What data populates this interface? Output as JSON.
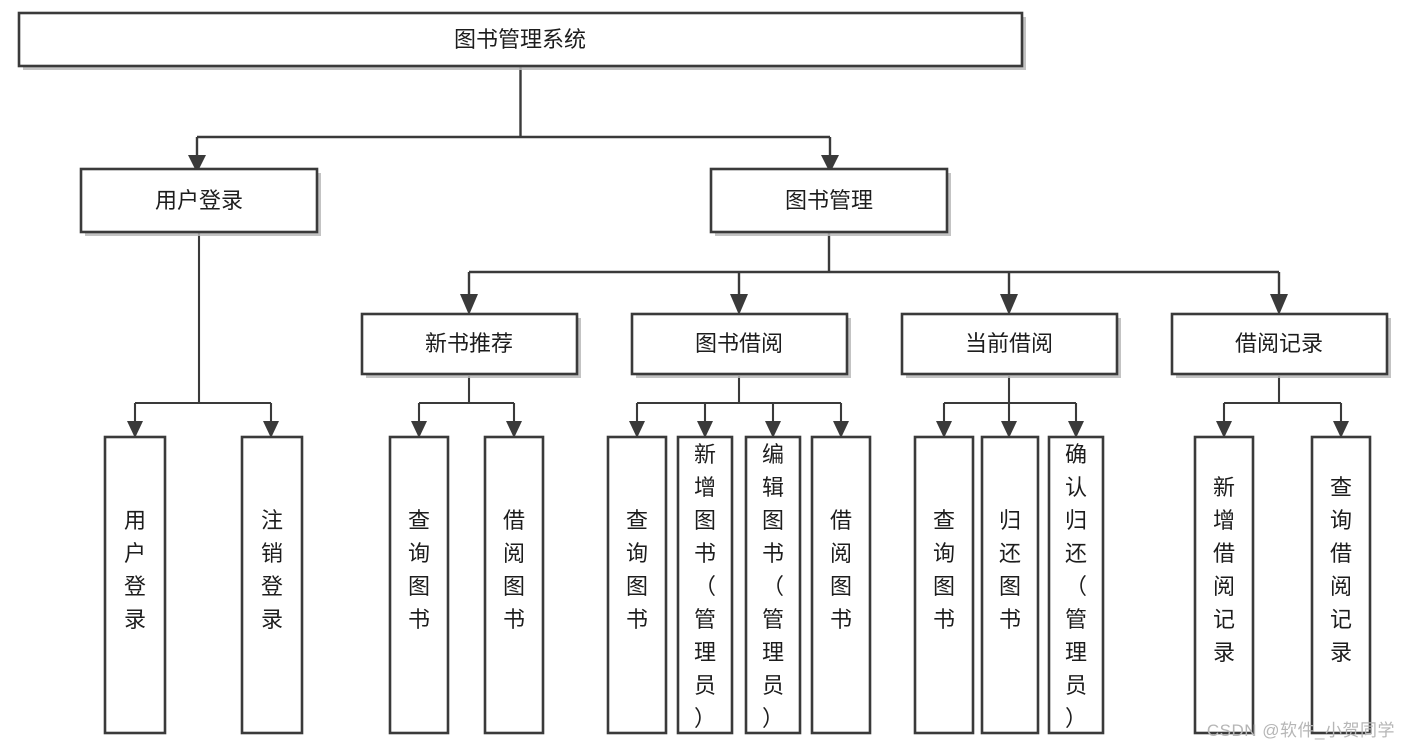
{
  "diagram": {
    "type": "tree",
    "title": "图书管理系统",
    "orientation": "top-down",
    "watermark": "CSDN @软件_小贺同学",
    "colors": {
      "background": "#ffffff",
      "node_fill": "#ffffff",
      "node_stroke": "#3a3a3a",
      "edge": "#3a3a3a",
      "text": "#1d1d1d",
      "watermark": "#b6b6b6"
    },
    "nodes": {
      "root": {
        "label": "图书管理系统",
        "level": 1,
        "orient": "horizontal"
      },
      "n_user_login": {
        "label": "用户登录",
        "level": 2,
        "orient": "horizontal"
      },
      "n_book_mgmt": {
        "label": "图书管理",
        "level": 2,
        "orient": "horizontal"
      },
      "n_new_book": {
        "label": "新书推荐",
        "level": 3,
        "orient": "horizontal"
      },
      "n_borrow": {
        "label": "图书借阅",
        "level": 3,
        "orient": "horizontal"
      },
      "n_current": {
        "label": "当前借阅",
        "level": 3,
        "orient": "horizontal"
      },
      "n_record": {
        "label": "借阅记录",
        "level": 3,
        "orient": "horizontal"
      },
      "l_login": {
        "label": "用户登录",
        "level": 4,
        "orient": "vertical"
      },
      "l_logout": {
        "label": "注销登录",
        "level": 4,
        "orient": "vertical"
      },
      "l_query_book_1": {
        "label": "查询图书",
        "level": 4,
        "orient": "vertical"
      },
      "l_borrow_book_1": {
        "label": "借阅图书",
        "level": 4,
        "orient": "vertical"
      },
      "l_query_book_2": {
        "label": "查询图书",
        "level": 4,
        "orient": "vertical"
      },
      "l_add_book": {
        "label": "新增图书（管理员）",
        "level": 4,
        "orient": "vertical"
      },
      "l_edit_book": {
        "label": "编辑图书（管理员）",
        "level": 4,
        "orient": "vertical"
      },
      "l_borrow_book_2": {
        "label": "借阅图书",
        "level": 4,
        "orient": "vertical"
      },
      "l_query_book_3": {
        "label": "查询图书",
        "level": 4,
        "orient": "vertical"
      },
      "l_return_book": {
        "label": "归还图书",
        "level": 4,
        "orient": "vertical"
      },
      "l_confirm_return": {
        "label": "确认归还（管理员）",
        "level": 4,
        "orient": "vertical"
      },
      "l_add_record": {
        "label": "新增借阅记录",
        "level": 4,
        "orient": "vertical"
      },
      "l_query_record": {
        "label": "查询借阅记录",
        "level": 4,
        "orient": "vertical"
      }
    },
    "edges": [
      {
        "from": "root",
        "to": "n_user_login"
      },
      {
        "from": "root",
        "to": "n_book_mgmt"
      },
      {
        "from": "n_user_login",
        "to": "l_login"
      },
      {
        "from": "n_user_login",
        "to": "l_logout"
      },
      {
        "from": "n_book_mgmt",
        "to": "n_new_book"
      },
      {
        "from": "n_book_mgmt",
        "to": "n_borrow"
      },
      {
        "from": "n_book_mgmt",
        "to": "n_current"
      },
      {
        "from": "n_book_mgmt",
        "to": "n_record"
      },
      {
        "from": "n_new_book",
        "to": "l_query_book_1"
      },
      {
        "from": "n_new_book",
        "to": "l_borrow_book_1"
      },
      {
        "from": "n_borrow",
        "to": "l_query_book_2"
      },
      {
        "from": "n_borrow",
        "to": "l_add_book"
      },
      {
        "from": "n_borrow",
        "to": "l_edit_book"
      },
      {
        "from": "n_borrow",
        "to": "l_borrow_book_2"
      },
      {
        "from": "n_current",
        "to": "l_query_book_3"
      },
      {
        "from": "n_current",
        "to": "l_return_book"
      },
      {
        "from": "n_current",
        "to": "l_confirm_return"
      },
      {
        "from": "n_record",
        "to": "l_add_record"
      },
      {
        "from": "n_record",
        "to": "l_query_record"
      }
    ]
  }
}
